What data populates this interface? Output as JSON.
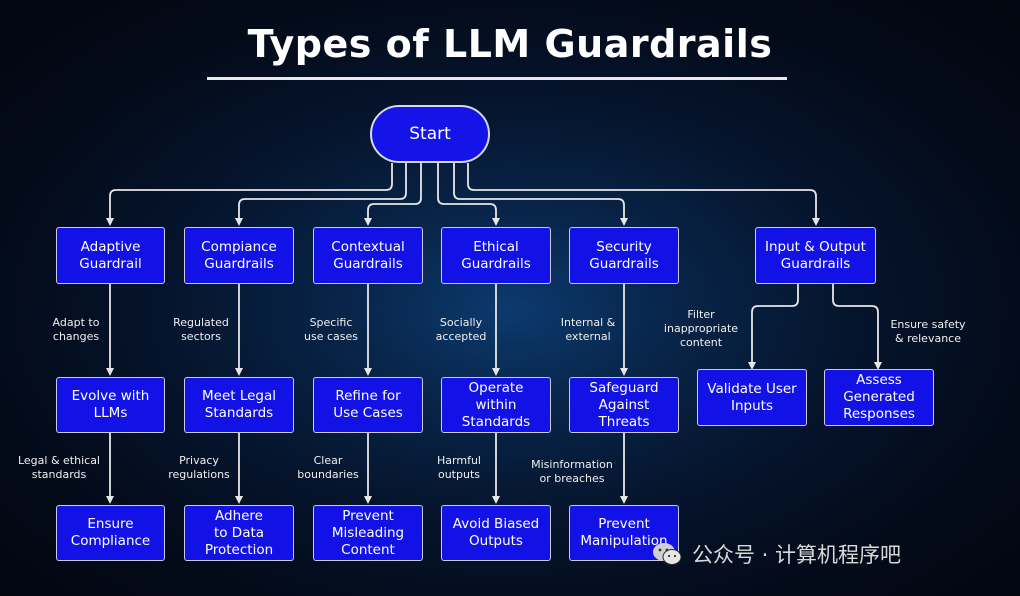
{
  "title": "Types of LLM Guardrails",
  "start": "Start",
  "columns": [
    {
      "id": "adaptive",
      "top": "Adaptive\nGuardrail",
      "e1": "Adapt to\nchanges",
      "mid": "Evolve with\nLLMs",
      "e2": "Legal & ethical\nstandards",
      "bot": "Ensure\nCompliance"
    },
    {
      "id": "compliance",
      "top": "Compiance\nGuardrails",
      "e1": "Regulated\nsectors",
      "mid": "Meet Legal\nStandards",
      "e2": "Privacy\nregulations",
      "bot": "Adhere\nto Data\nProtection"
    },
    {
      "id": "contextual",
      "top": "Contextual\nGuardrails",
      "e1": "Specific\nuse cases",
      "mid": "Refine for\nUse Cases",
      "e2": "Clear\nboundaries",
      "bot": "Prevent\nMisleading\nContent"
    },
    {
      "id": "ethical",
      "top": "Ethical\nGuardrails",
      "e1": "Socially\naccepted",
      "mid": "Operate\nwithin\nStandards",
      "e2": "Harmful\noutputs",
      "bot": "Avoid Biased\nOutputs"
    },
    {
      "id": "security",
      "top": "Security\nGuardrails",
      "e1": "Internal &\nexternal",
      "mid": "Safeguard\nAgainst\nThreats",
      "e2": "Misinformation\nor breaches",
      "bot": "Prevent\nManipulation"
    }
  ],
  "io": {
    "top": "Input & Output\nGuardrails",
    "left_label": "Filter\ninappropriate\ncontent",
    "left_node": "Validate User\nInputs",
    "right_label": "Ensure safety\n& relevance",
    "right_node": "Assess\nGenerated\nResponses"
  },
  "watermark": "公众号 · 计算机程序吧",
  "colors": {
    "node_fill": "#1212e6",
    "node_border": "#c9cce6",
    "connector": "#e6e6e6",
    "background": "#030a18"
  }
}
